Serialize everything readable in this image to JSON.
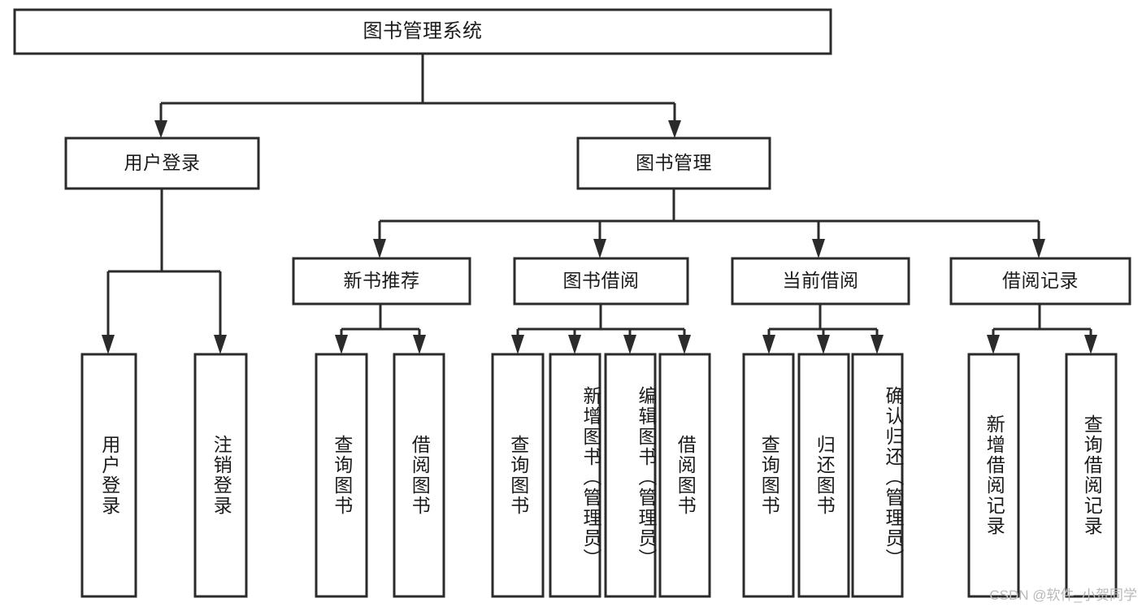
{
  "diagram": {
    "title": "图书管理系统",
    "type": "hierarchy-tree",
    "watermark": "CSDN @软件_小贺同学",
    "root": {
      "label": "图书管理系统"
    },
    "level2": [
      {
        "label": "用户登录"
      },
      {
        "label": "图书管理"
      }
    ],
    "level3": [
      {
        "label": "新书推荐"
      },
      {
        "label": "图书借阅"
      },
      {
        "label": "当前借阅"
      },
      {
        "label": "借阅记录"
      }
    ],
    "leaves": {
      "user_login": [
        {
          "label": "用户登录"
        },
        {
          "label": "注销登录"
        }
      ],
      "new_book_recommend": [
        {
          "label": "查询图书"
        },
        {
          "label": "借阅图书"
        }
      ],
      "book_borrow": [
        {
          "label": "查询图书"
        },
        {
          "label": "新增图书（管理员）"
        },
        {
          "label": "编辑图书（管理员）"
        },
        {
          "label": "借阅图书"
        }
      ],
      "current_borrow": [
        {
          "label": "查询图书"
        },
        {
          "label": "归还图书"
        },
        {
          "label": "确认归还（管理员）"
        }
      ],
      "borrow_record": [
        {
          "label": "新增借阅记录"
        },
        {
          "label": "查询借阅记录"
        }
      ]
    },
    "colors": {
      "stroke": "#2b2b2b",
      "fill": "#ffffff",
      "text": "#1b1b1b",
      "watermark": "#b9b9b9"
    }
  }
}
